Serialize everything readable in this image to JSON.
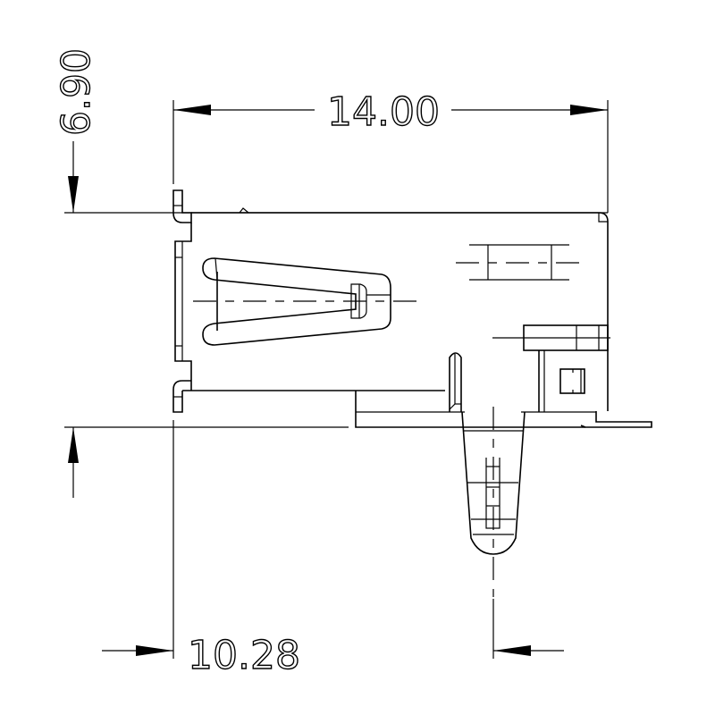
{
  "drawing": {
    "type": "mechanical-drawing",
    "subject": "connector side view",
    "line_color": "#000000",
    "background": "#ffffff"
  },
  "dimensions": {
    "width_top": {
      "label": "14.00",
      "orientation": "horizontal"
    },
    "height_left": {
      "label": "6.90",
      "orientation": "vertical"
    },
    "offset_bottom": {
      "label": "10.28",
      "orientation": "horizontal"
    }
  }
}
